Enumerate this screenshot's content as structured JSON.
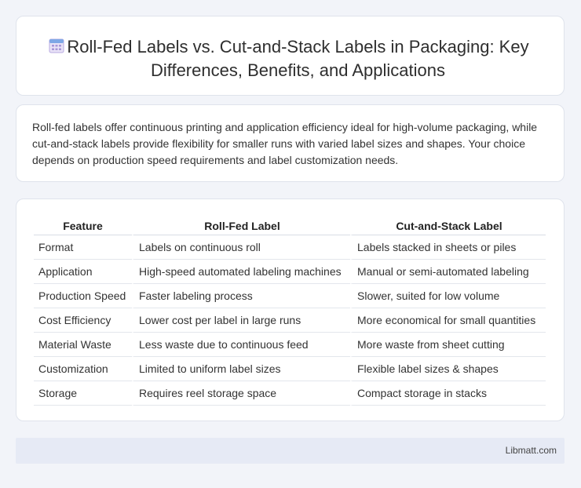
{
  "header": {
    "icon": "calendar-icon",
    "title": "Roll-Fed Labels vs. Cut-and-Stack Labels in Packaging: Key Differences, Benefits, and Applications"
  },
  "summary": "Roll-fed labels offer continuous printing and application efficiency ideal for high-volume packaging, while cut-and-stack labels provide flexibility for smaller runs with varied label sizes and shapes. Your choice depends on production speed requirements and label customization needs.",
  "table": {
    "headers": [
      "Feature",
      "Roll-Fed Label",
      "Cut-and-Stack Label"
    ],
    "rows": [
      [
        "Format",
        "Labels on continuous roll",
        "Labels stacked in sheets or piles"
      ],
      [
        "Application",
        "High-speed automated labeling machines",
        "Manual or semi-automated labeling"
      ],
      [
        "Production Speed",
        "Faster labeling process",
        "Slower, suited for low volume"
      ],
      [
        "Cost Efficiency",
        "Lower cost per label in large runs",
        "More economical for small quantities"
      ],
      [
        "Material Waste",
        "Less waste due to continuous feed",
        "More waste from sheet cutting"
      ],
      [
        "Customization",
        "Limited to uniform label sizes",
        "Flexible label sizes & shapes"
      ],
      [
        "Storage",
        "Requires reel storage space",
        "Compact storage in stacks"
      ]
    ]
  },
  "footer": {
    "brand": "Libmatt.com"
  }
}
